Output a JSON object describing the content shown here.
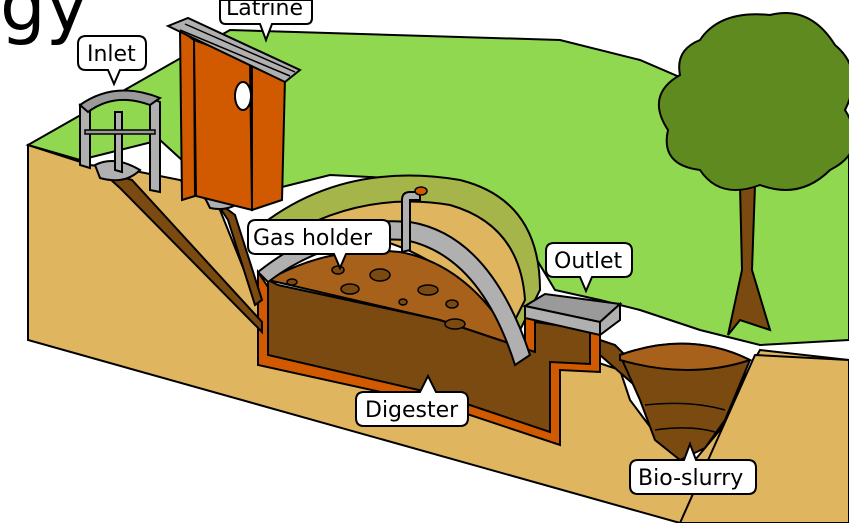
{
  "title_fragment": "gy",
  "labels": {
    "latrine": "Latrine",
    "inlet": "Inlet",
    "gas_holder": "Gas holder",
    "outlet": "Outlet",
    "digester": "Digester",
    "bio_slurry": "Bio-slurry"
  },
  "colors": {
    "ground": "#e0b55f",
    "grass": "#8fd84f",
    "soil_dark": "#7a4a10",
    "brick": "#d15a00",
    "slurry": "#a8611a",
    "metal": "#b0b0b0",
    "tree_leaf": "#5f8a1f",
    "tree_trunk": "#7a4a10"
  }
}
